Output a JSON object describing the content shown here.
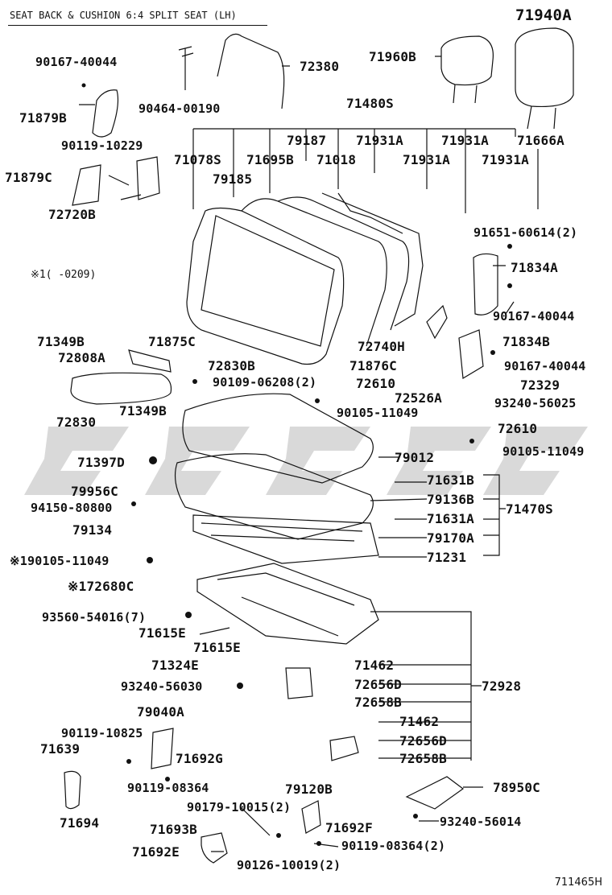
{
  "header": "SEAT BACK & CUSHION 6:4 SPLIT SEAT (LH)",
  "note": "※1(     -0209)",
  "figure_id": "711465H",
  "labels": {
    "p71940A": "71940A",
    "p71960B": "71960B",
    "p90167_40044_a": "90167-40044",
    "p72380": "72380",
    "p71879B": "71879B",
    "p90464_00190": "90464-00190",
    "p71480S": "71480S",
    "p90119_10229": "90119-10229",
    "p79187": "79187",
    "p71931A_1": "71931A",
    "p71931A_2": "71931A",
    "p71666A": "71666A",
    "p71879C": "71879C",
    "p71078S": "71078S",
    "p71695B": "71695B",
    "p71018": "71018",
    "p71931A_3": "71931A",
    "p71931A_4": "71931A",
    "p72720B": "72720B",
    "p79185": "79185",
    "p91651_60614": "91651-60614(2)",
    "p71834A": "71834A",
    "p90167_40044_b": "90167-40044",
    "p71349B_a": "71349B",
    "p71875C": "71875C",
    "p71834B": "71834B",
    "p72808A": "72808A",
    "p72740H": "72740H",
    "p90167_40044_c": "90167-40044",
    "p72830B": "72830B",
    "p71876C": "71876C",
    "p90109_06208": "90109-06208(2)",
    "p72610_a": "72610",
    "p72329": "72329",
    "p72526A": "72526A",
    "p93240_56025": "93240-56025",
    "p72830": "72830",
    "p71349B_b": "71349B",
    "p90105_11049_a": "90105-11049",
    "p72610_b": "72610",
    "p90105_11049_b": "90105-11049",
    "p71397D": "71397D",
    "p79012": "79012",
    "p79956C": "79956C",
    "p71631B": "71631B",
    "p94150_80800": "94150-80800",
    "p79136B": "79136B",
    "p71470S": "71470S",
    "p79134": "79134",
    "p71631A": "71631A",
    "p79170A": "79170A",
    "p90105_11049_c": "※190105-11049",
    "p71231": "71231",
    "p72680C": "※172680C",
    "p93560_54016": "93560-54016(7)",
    "p71615E_a": "71615E",
    "p71615E_b": "71615E",
    "p71324E": "71324E",
    "p71462_a": "71462",
    "p93240_56030": "93240-56030",
    "p72656D_a": "72656D",
    "p72928": "72928",
    "p72658B_a": "72658B",
    "p79040A": "79040A",
    "p71462_b": "71462",
    "p90119_10825": "90119-10825",
    "p72656D_b": "72656D",
    "p71639": "71639",
    "p71692G": "71692G",
    "p72658B_b": "72658B",
    "p90119_08364_a": "90119-08364",
    "p78950C": "78950C",
    "p79120B": "79120B",
    "p71694": "71694",
    "p90179_10015": "90179-10015(2)",
    "p93240_56014": "93240-56014",
    "p71692F": "71692F",
    "p71693B": "71693B",
    "p90119_08364_b": "90119-08364(2)",
    "p71692E": "71692E",
    "p90126_10019": "90126-10019(2)"
  }
}
